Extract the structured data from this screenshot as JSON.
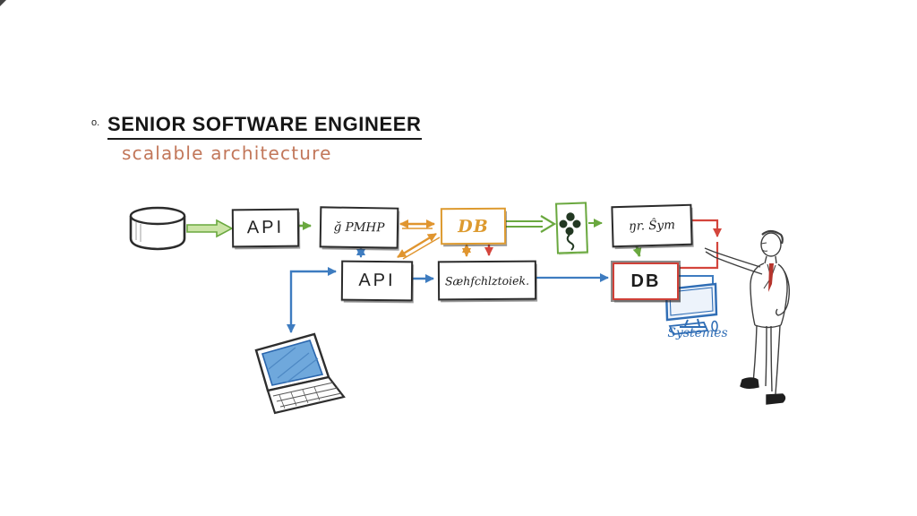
{
  "header": {
    "bullet": "o.",
    "title": "SENIOR SOFTWARE ENGINEER",
    "subtitle": "scalable architecture"
  },
  "colors": {
    "green": "#6aa83f",
    "orange": "#e0952f",
    "blue": "#3e7cc0",
    "red": "#d4453c",
    "sketch_black": "#2b2b2b",
    "subtitle_salmon": "#c2775a",
    "screen_blue": "#6fa8dc"
  },
  "nodes": {
    "row1": [
      {
        "id": "source-database",
        "type": "cylinder",
        "label": ""
      },
      {
        "id": "api-top",
        "label": "API"
      },
      {
        "id": "service-top",
        "label": "ğ PMHP"
      },
      {
        "id": "db-top",
        "label": "DB"
      },
      {
        "id": "branch-box",
        "label": "",
        "icon": "git-branch-scribble-icon"
      },
      {
        "id": "system-top",
        "label": "ŋr. Ŝym"
      }
    ],
    "row2": [
      {
        "id": "api-mid",
        "label": "API"
      },
      {
        "id": "scheduler-mid",
        "label": "Sæhfchlztoiek."
      },
      {
        "id": "db-mid",
        "label": "DB"
      }
    ]
  },
  "devices": {
    "laptop": {
      "icon": "laptop-icon"
    },
    "monitor": {
      "icon": "monitor-icon",
      "caption": "Systemes"
    },
    "presenter": {
      "icon": "presenter-figure"
    }
  }
}
